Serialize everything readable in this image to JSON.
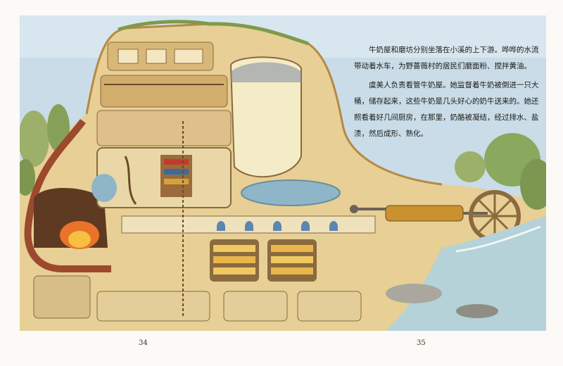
{
  "page": {
    "paragraphs": [
      "牛奶屋和磨坊分别坐落在小溪的上下游。哗哗的水流带动着水车，为野蔷薇村的居民们磨面粉、搅拌黄油。",
      "虞美人负责看管牛奶屋。她监督着牛奶被倒进一只大桶，储存起来，这些牛奶是几头好心的奶牛送来的。她还照看着好几间厨房，在那里，奶酪被凝结，经过排水、盐渍，然后成形、熟化。"
    ],
    "page_numbers": {
      "left": "34",
      "right": "35"
    }
  },
  "palette": {
    "sky": "#c9dce8",
    "soil": "#e8cf95",
    "soil_dark": "#c9a45e",
    "tunnel": "#9b4a2e",
    "water": "#8fb6c8",
    "grass": "#7f9a4a",
    "stone": "#a9a79e",
    "wood": "#8a6a3e",
    "fire": "#e8742a"
  },
  "illustration": {
    "subject": "cutaway-hill-dairy-and-mill"
  }
}
